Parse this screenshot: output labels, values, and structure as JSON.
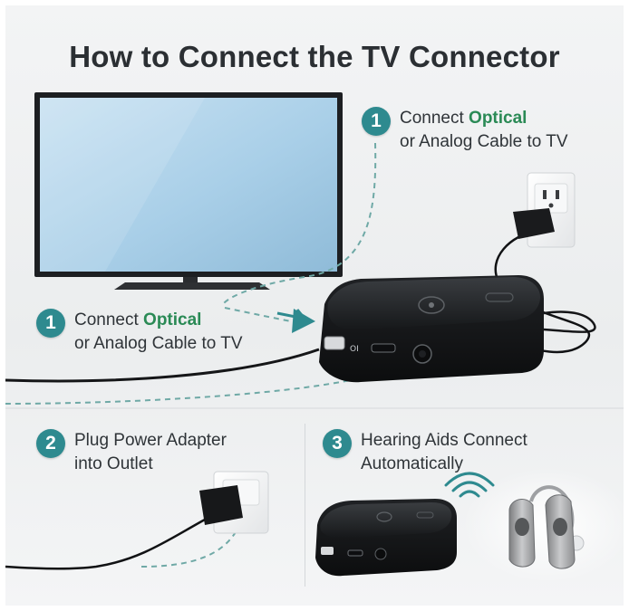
{
  "title": "How to Connect the TV Connector",
  "steps": {
    "top": {
      "number": "1",
      "line1_prefix": "Connect ",
      "line1_accent": "Optical",
      "line2": "or Analog Cable to TV"
    },
    "left": {
      "number": "1",
      "line1_prefix": "Connect ",
      "line1_accent": "Optical",
      "line2": "or Analog Cable to TV"
    },
    "power": {
      "number": "2",
      "line1": "Plug Power Adapter",
      "line2": "into Outlet"
    },
    "hearing": {
      "number": "3",
      "line1": "Hearing Aids Connect",
      "line2": "Automatically"
    }
  },
  "device": {
    "port_label": "OI"
  },
  "colors": {
    "accent_teal": "#2e8a8f",
    "accent_green": "#2a8a55",
    "text_dark": "#2b2f33",
    "dashed_line": "#6fa9a6"
  },
  "icons": [
    "tv-icon",
    "power-outlet-icon",
    "power-adapter-icon",
    "connector-box-icon",
    "wireless-signal-icon",
    "hearing-aid-icon",
    "arrow-right-icon"
  ]
}
